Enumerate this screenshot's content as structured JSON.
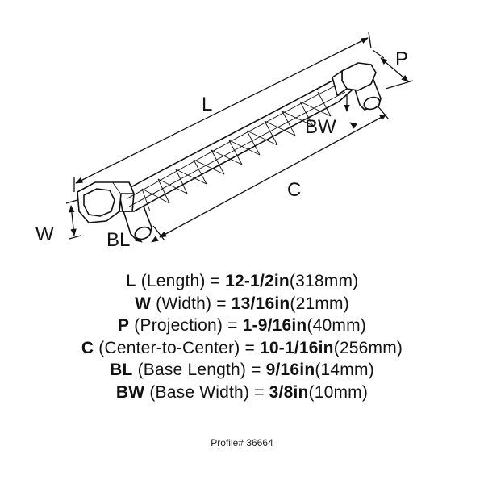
{
  "diagram": {
    "labels": {
      "L": "L",
      "P": "P",
      "BW": "BW",
      "C": "C",
      "W": "W",
      "BL": "BL"
    }
  },
  "specs": [
    {
      "code": "L",
      "name": "(Length) =",
      "imperial": "12-1/2in",
      "metric": "(318mm)"
    },
    {
      "code": "W",
      "name": "(Width) =",
      "imperial": "13/16in",
      "metric": "(21mm)"
    },
    {
      "code": "P",
      "name": "(Projection) =",
      "imperial": "1-9/16in",
      "metric": "(40mm)"
    },
    {
      "code": "C",
      "name": "(Center-to-Center) =",
      "imperial": "10-1/16in",
      "metric": "(256mm)"
    },
    {
      "code": "BL",
      "name": "(Base Length) =",
      "imperial": "9/16in",
      "metric": "(14mm)"
    },
    {
      "code": "BW",
      "name": "(Base Width) =",
      "imperial": "3/8in",
      "metric": "(10mm)"
    }
  ],
  "profile": "Profile# 36664",
  "colors": {
    "ink": "#111111",
    "metal": "#ffffff"
  }
}
